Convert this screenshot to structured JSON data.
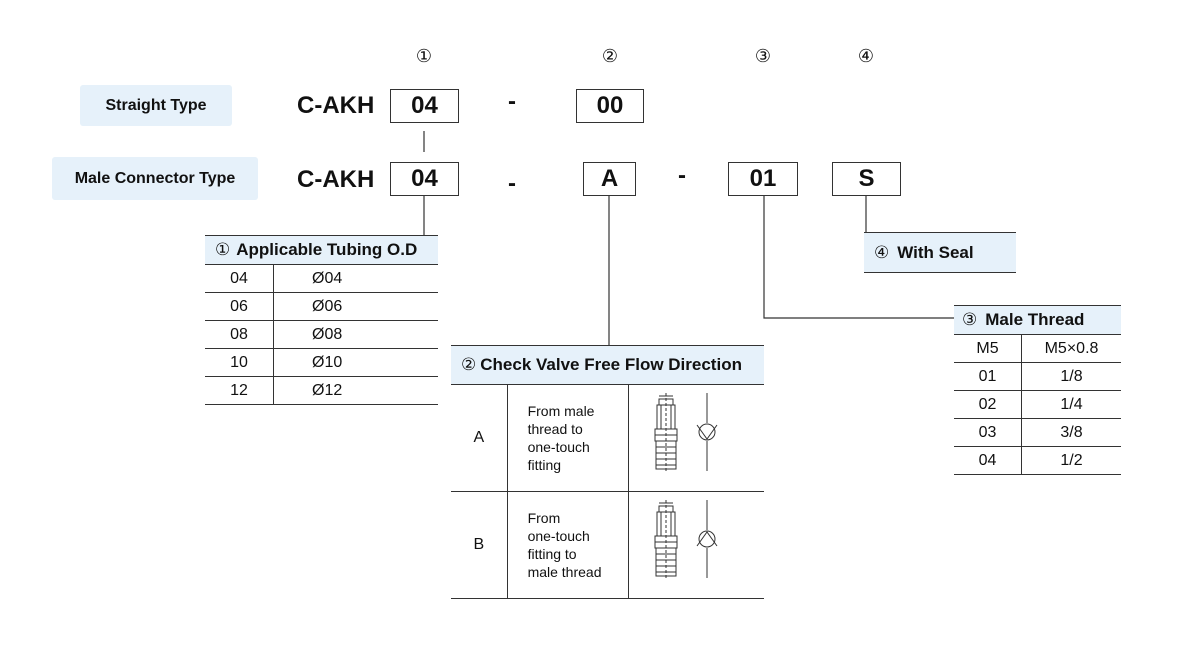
{
  "markers": [
    "①",
    "②",
    "③",
    "④"
  ],
  "types": {
    "straight": {
      "label": "Straight Type",
      "prefix": "C-AKH",
      "tube": "04",
      "dash": "-",
      "suffix": "00"
    },
    "male": {
      "label": "Male Connector Type",
      "prefix": "C-AKH",
      "tube": "04",
      "dash1": "-",
      "direction": "A",
      "dash2": "-",
      "thread": "01",
      "seal": "S"
    }
  },
  "tubing": {
    "marker": "①",
    "title": "Applicable Tubing O.D",
    "rows": [
      {
        "code": "04",
        "value": "Ø04"
      },
      {
        "code": "06",
        "value": "Ø06"
      },
      {
        "code": "08",
        "value": "Ø08"
      },
      {
        "code": "10",
        "value": "Ø10"
      },
      {
        "code": "12",
        "value": "Ø12"
      }
    ]
  },
  "check_valve": {
    "marker": "②",
    "title": "Check Valve Free Flow Direction",
    "rows": [
      {
        "code": "A",
        "line1": "From male",
        "line2": "thread to",
        "line3": "one-touch",
        "line4": "fitting"
      },
      {
        "code": "B",
        "line1": "From",
        "line2": "one-touch",
        "line3": "fitting to",
        "line4": "male thread"
      }
    ]
  },
  "male_thread": {
    "marker": "③",
    "title": "Male Thread",
    "rows": [
      {
        "code": "M5",
        "value": "M5×0.8"
      },
      {
        "code": "01",
        "value": "1/8"
      },
      {
        "code": "02",
        "value": "1/4"
      },
      {
        "code": "03",
        "value": "3/8"
      },
      {
        "code": "04",
        "value": "1/2"
      }
    ]
  },
  "seal": {
    "marker": "④",
    "title": "With Seal"
  }
}
